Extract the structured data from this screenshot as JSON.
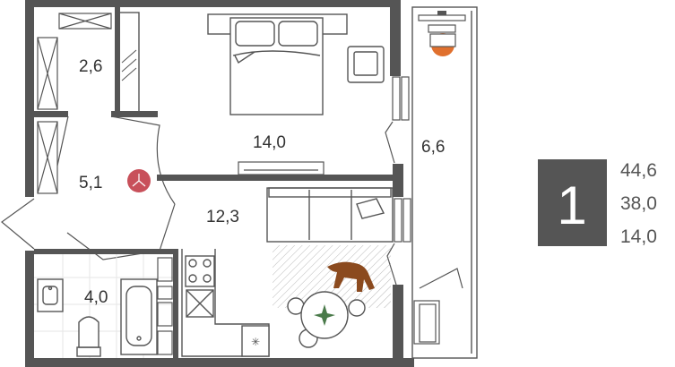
{
  "rooms": [
    {
      "id": "storage",
      "area": "2,6"
    },
    {
      "id": "hall",
      "area": "5,1"
    },
    {
      "id": "bedroom",
      "area": "14,0"
    },
    {
      "id": "living",
      "area": "12,3"
    },
    {
      "id": "bathroom",
      "area": "4,0"
    },
    {
      "id": "balcony",
      "area": "6,6"
    }
  ],
  "summary": {
    "rooms_count": "1",
    "total_area": "44,6",
    "living_area": "38,0",
    "kitchen_area": "14,0"
  },
  "colors": {
    "wall": "#555555",
    "badge": "#555555",
    "accent_red": "#c8505a",
    "accent_orange": "#e0702e",
    "dog": "#8b4a1e",
    "line": "#555555"
  }
}
